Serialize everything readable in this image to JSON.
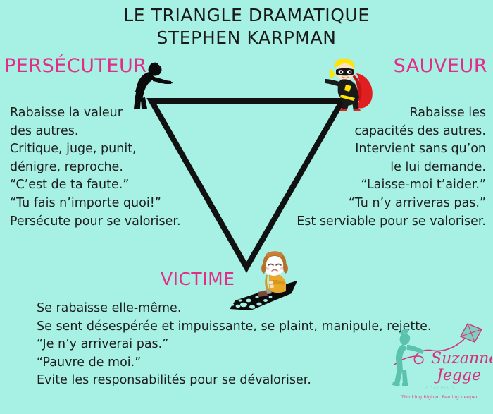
{
  "colors": {
    "background": "#A6F0E4",
    "accent_pink": "#E22C87",
    "text_dark": "#1E1E1E",
    "triangle_stroke": "#111111",
    "superhero_cape": "#E02020",
    "superhero_hair": "#FFE400",
    "victim_coat": "#E8A92B",
    "logo_teal": "#5BC2AE",
    "logo_pink": "#D6317E"
  },
  "title": {
    "line1": "LE TRIANGLE DRAMATIQUE",
    "line2": "STEPHEN KARPMAN"
  },
  "roles": {
    "persecuteur": {
      "label": "PERSÉCUTEUR",
      "lines": [
        "Rabaisse la valeur",
        "des autres.",
        "Critique, juge, punit,",
        "dénigre, reproche.",
        "“C’est de ta faute.”",
        "“Tu fais n’importe quoi!”",
        "Persécute pour se valoriser."
      ]
    },
    "sauveur": {
      "label": "SAUVEUR",
      "lines": [
        "Rabaisse les",
        "capacités des autres.",
        "Intervient sans qu’on",
        "le lui demande.",
        "“Laisse-moi t’aider.”",
        "“Tu n’y arriveras pas.”",
        "Est serviable pour se valoriser."
      ]
    },
    "victime": {
      "label": "VICTIME",
      "lines": [
        "Se rabaisse elle-même.",
        "Se sent désespérée et impuissante, se plaint, manipule, rejette.",
        "“Je n’y arriverai pas.”",
        "“Pauvre de moi.”",
        "Evite les responsabilités pour se dévaloriser."
      ]
    }
  },
  "figures": {
    "persecuteur_icon": "pointing-silhouette-icon",
    "sauveur_icon": "superhero-icon",
    "victime_icon": "sad-child-icon"
  },
  "triangle": {
    "vertex_left": [
      215,
      143
    ],
    "vertex_right": [
      486,
      143
    ],
    "vertex_bottom": [
      350,
      379
    ],
    "stroke_width": 8
  },
  "logo": {
    "name_line1": "Suzanne",
    "name_line2": "Jegge",
    "coaching": "COACHING",
    "slogan": "Thinking higher. Feeling deeper.",
    "kite_icon": "kite-icon",
    "person_icon": "child-silhouette-icon"
  }
}
